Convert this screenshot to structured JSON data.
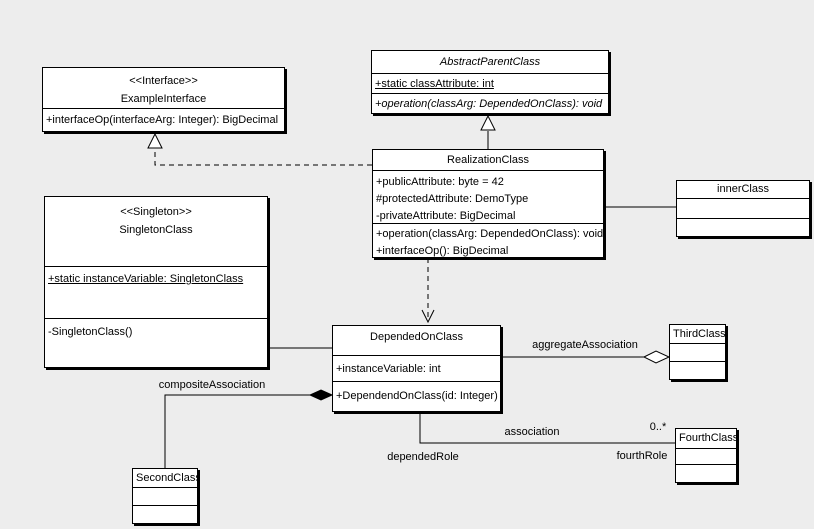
{
  "diagram": {
    "background": "#ededed",
    "box_fill": "#ffffff",
    "line_color": "#000000"
  },
  "classes": {
    "example_interface": {
      "stereotype": "<<Interface>>",
      "name": "ExampleInterface",
      "operations": [
        "+interfaceOp(interfaceArg: Integer): BigDecimal"
      ]
    },
    "abstract_parent_class": {
      "name": "AbstractParentClass",
      "attributes": [
        "+static classAttribute: int"
      ],
      "operations": [
        "+operation(classArg: DependedOnClass): void"
      ]
    },
    "realization_class": {
      "name": "RealizationClass",
      "attributes": [
        "+publicAttribute: byte = 42",
        "#protectedAttribute: DemoType",
        "-privateAttribute: BigDecimal"
      ],
      "operations": [
        "+operation(classArg: DependedOnClass): void",
        "+interfaceOp(): BigDecimal"
      ]
    },
    "inner_class": {
      "name": "innerClass"
    },
    "singleton_class": {
      "stereotype": "<<Singleton>>",
      "name": "SingletonClass",
      "attributes": [
        "+static instanceVariable: SingletonClass"
      ],
      "operations": [
        "-SingletonClass()"
      ]
    },
    "depended_on_class": {
      "name": "DependedOnClass",
      "attributes": [
        "+instanceVariable: int"
      ],
      "operations": [
        "+DependendOnClass(id: Integer)"
      ]
    },
    "third_class": {
      "name": "ThirdClass"
    },
    "second_class": {
      "name": "SecondClass"
    },
    "fourth_class": {
      "name": "FourthClass"
    }
  },
  "edge_labels": {
    "aggregate_association": "aggregateAssociation",
    "composite_association": "compositeAssociation",
    "association": "association",
    "multiplicity_fourth": "0..*",
    "depended_role": "dependedRole",
    "fourth_role": "fourthRole"
  }
}
